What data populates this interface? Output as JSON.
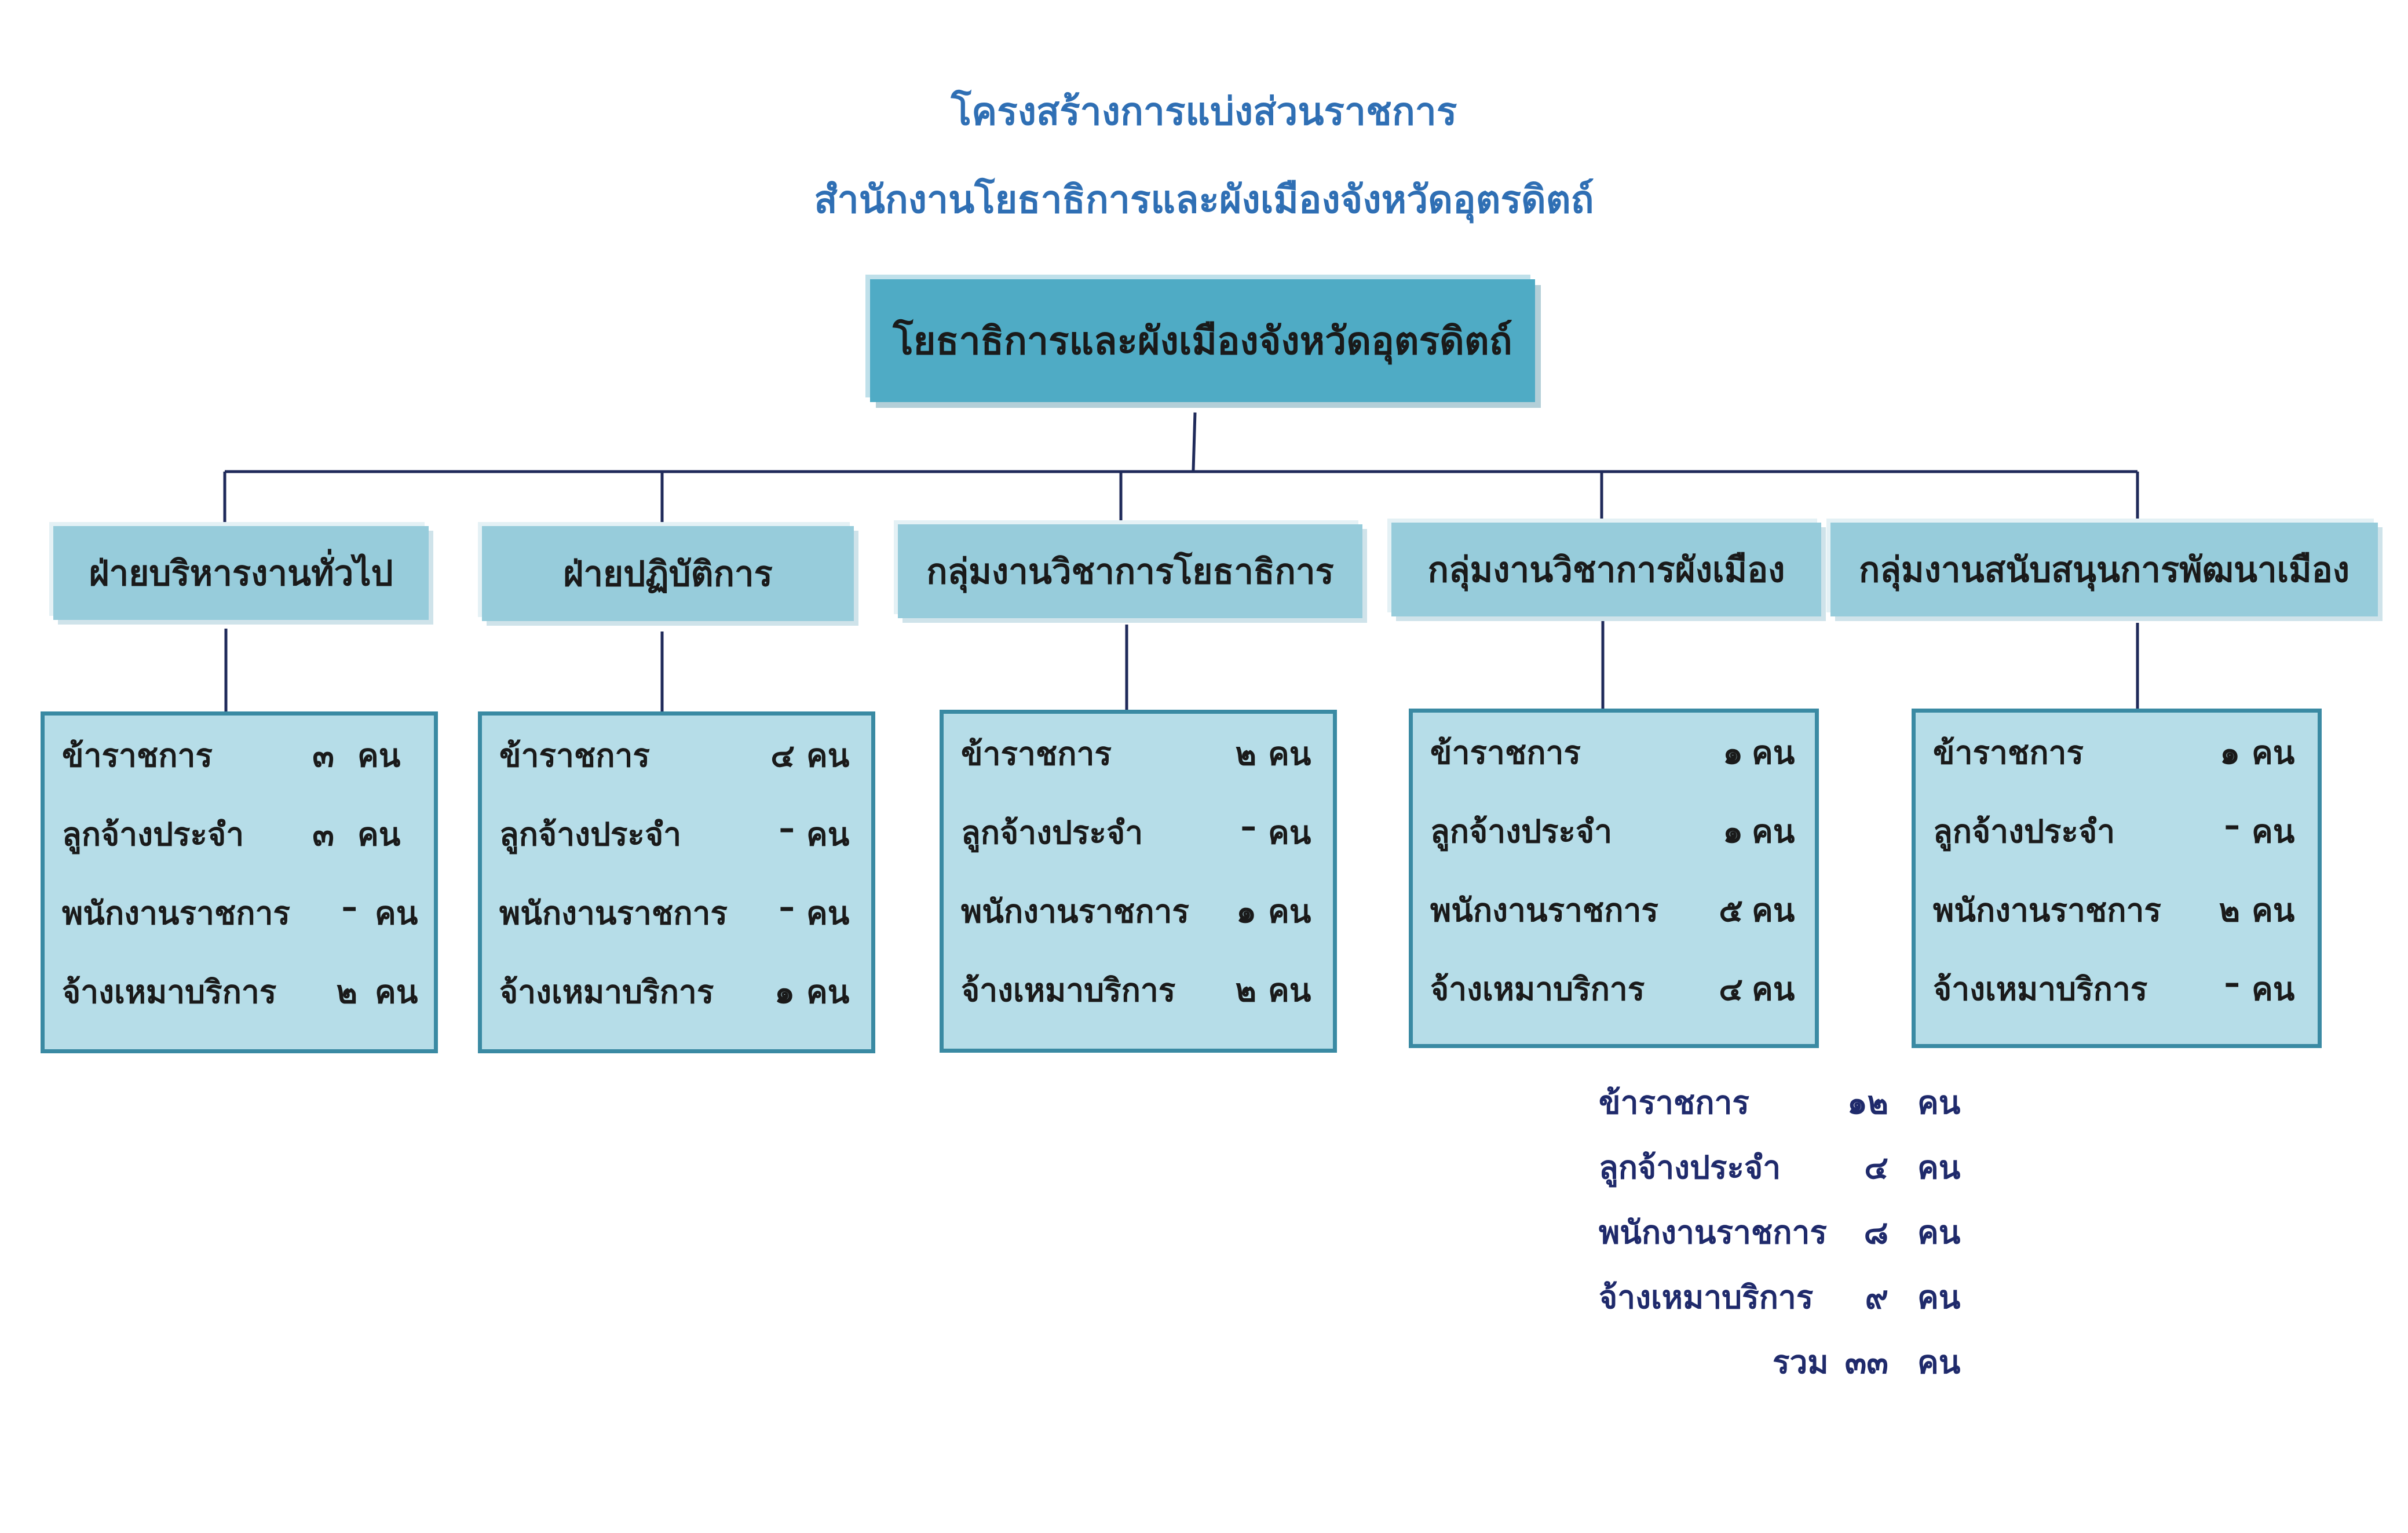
{
  "titles": {
    "line1": "โครงสร้างการแบ่งส่วนราชการ",
    "line2": "สำนักงานโยธาธิการและผังเมืองจังหวัดอุตรดิตถ์"
  },
  "head": "โยธาธิการและผังเมืองจังหวัดอุตรดิตถ์",
  "departments": [
    {
      "name": "ฝ่ายบริหารงานทั่วไป",
      "staff": [
        {
          "label": "ข้าราชการ",
          "count": "๓",
          "unit": "คน"
        },
        {
          "label": "ลูกจ้างประจำ",
          "count": "๓",
          "unit": "คน"
        },
        {
          "label": "พนักงานราชการ",
          "count": "–",
          "unit": "คน"
        },
        {
          "label": "จ้างเหมาบริการ",
          "count": "๒",
          "unit": "คน"
        }
      ]
    },
    {
      "name": "ฝ่ายปฏิบัติการ",
      "staff": [
        {
          "label": "ข้าราชการ",
          "count": "๔",
          "unit": "คน"
        },
        {
          "label": "ลูกจ้างประจำ",
          "count": "–",
          "unit": "คน"
        },
        {
          "label": "พนักงานราชการ",
          "count": "–",
          "unit": "คน"
        },
        {
          "label": "จ้างเหมาบริการ",
          "count": "๑",
          "unit": "คน"
        }
      ]
    },
    {
      "name": "กลุ่มงานวิชาการโยธาธิการ",
      "staff": [
        {
          "label": "ข้าราชการ",
          "count": "๒",
          "unit": "คน"
        },
        {
          "label": "ลูกจ้างประจำ",
          "count": "–",
          "unit": "คน"
        },
        {
          "label": "พนักงานราชการ",
          "count": "๑",
          "unit": "คน"
        },
        {
          "label": "จ้างเหมาบริการ",
          "count": "๒",
          "unit": "คน"
        }
      ]
    },
    {
      "name": "กลุ่มงานวิชาการผังเมือง",
      "staff": [
        {
          "label": "ข้าราชการ",
          "count": "๑",
          "unit": "คน"
        },
        {
          "label": "ลูกจ้างประจำ",
          "count": "๑",
          "unit": "คน"
        },
        {
          "label": "พนักงานราชการ",
          "count": "๕",
          "unit": "คน"
        },
        {
          "label": "จ้างเหมาบริการ",
          "count": "๔",
          "unit": "คน"
        }
      ]
    },
    {
      "name": "กลุ่มงานสนับสนุนการพัฒนาเมือง",
      "staff": [
        {
          "label": "ข้าราชการ",
          "count": "๑",
          "unit": "คน"
        },
        {
          "label": "ลูกจ้างประจำ",
          "count": "–",
          "unit": "คน"
        },
        {
          "label": "พนักงานราชการ",
          "count": "๒",
          "unit": "คน"
        },
        {
          "label": "จ้างเหมาบริการ",
          "count": "–",
          "unit": "คน"
        }
      ]
    }
  ],
  "summary": {
    "rows": [
      {
        "label": "ข้าราชการ",
        "count": "๑๒",
        "unit": "คน"
      },
      {
        "label": "ลูกจ้างประจำ",
        "count": "๔",
        "unit": "คน"
      },
      {
        "label": "พนักงานราชการ",
        "count": "๘",
        "unit": "คน"
      },
      {
        "label": "จ้างเหมาบริการ",
        "count": "๙",
        "unit": "คน"
      }
    ],
    "total_label": "รวม",
    "total_count": "๓๓",
    "total_unit": "คน"
  }
}
